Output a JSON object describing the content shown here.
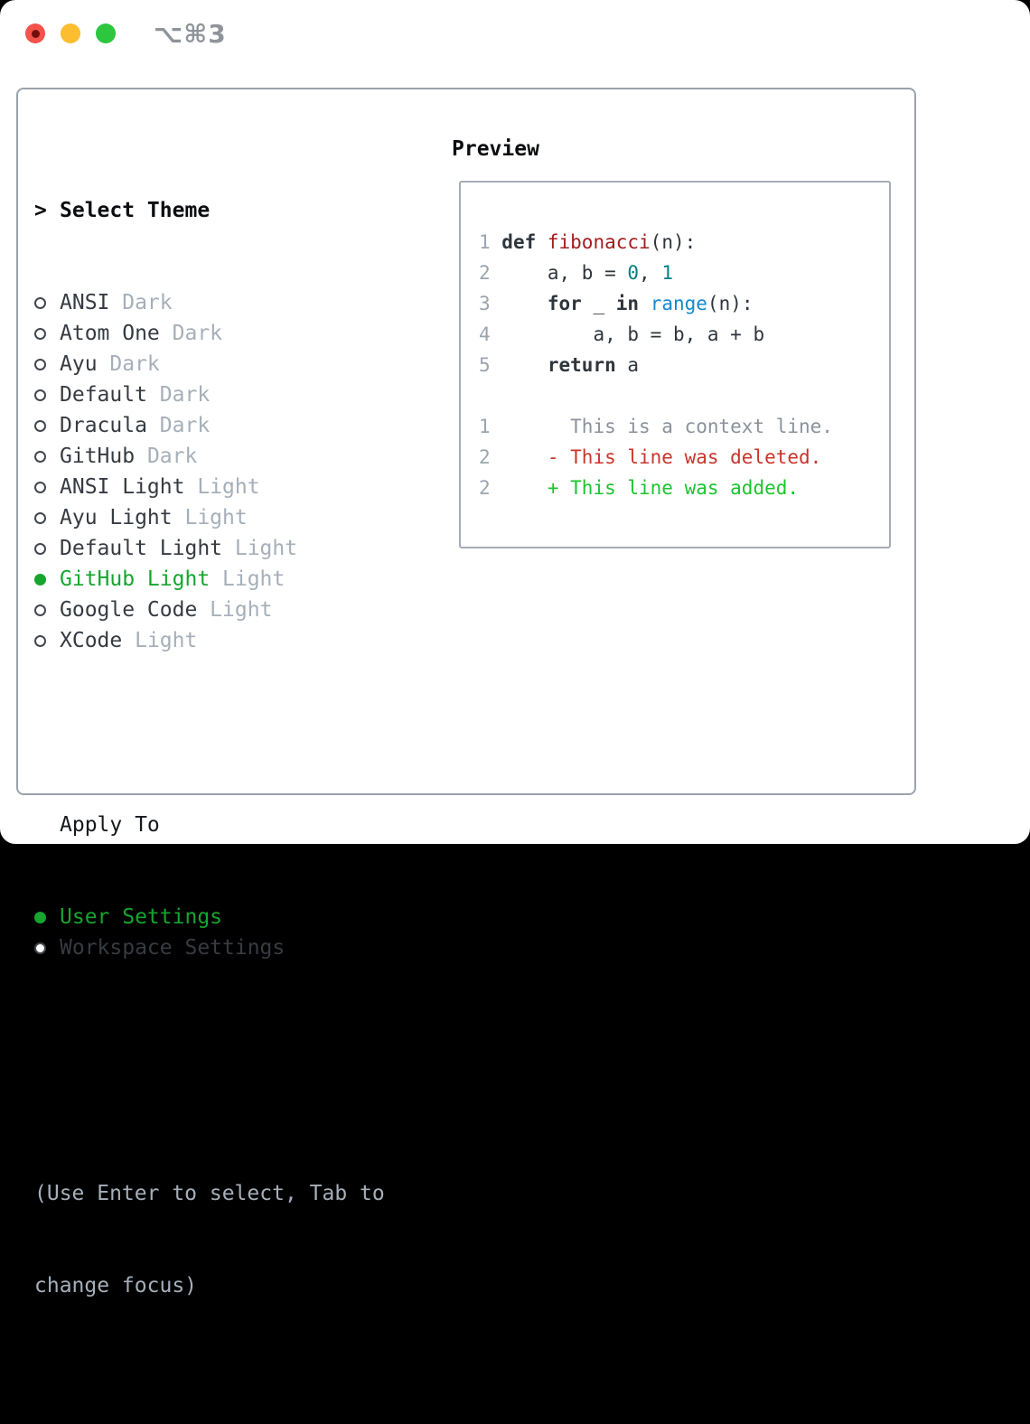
{
  "window": {
    "shortcut_label": "⌥⌘3"
  },
  "theme_panel": {
    "header_marker": ">",
    "header_label": "Select Theme",
    "items": [
      {
        "name": "ANSI",
        "variant": "Dark",
        "selected": false
      },
      {
        "name": "Atom One",
        "variant": "Dark",
        "selected": false
      },
      {
        "name": "Ayu",
        "variant": "Dark",
        "selected": false
      },
      {
        "name": "Default",
        "variant": "Dark",
        "selected": false
      },
      {
        "name": "Dracula",
        "variant": "Dark",
        "selected": false
      },
      {
        "name": "GitHub",
        "variant": "Dark",
        "selected": false
      },
      {
        "name": "ANSI Light",
        "variant": "Light",
        "selected": false
      },
      {
        "name": "Ayu Light",
        "variant": "Light",
        "selected": false
      },
      {
        "name": "Default Light",
        "variant": "Light",
        "selected": false
      },
      {
        "name": "GitHub Light",
        "variant": "Light",
        "selected": true
      },
      {
        "name": "Google Code",
        "variant": "Light",
        "selected": false
      },
      {
        "name": "XCode",
        "variant": "Light",
        "selected": false
      }
    ],
    "apply_to_label": "Apply To",
    "apply_options": [
      {
        "name": "User Settings",
        "selected": true
      },
      {
        "name": "Workspace Settings",
        "selected": false
      }
    ],
    "hint_lines": [
      "(Use Enter to select, Tab to",
      "change focus)"
    ]
  },
  "preview": {
    "title": "Preview",
    "code_lines": [
      {
        "num": "1",
        "tokens": [
          {
            "text": "def ",
            "type": "keyword"
          },
          {
            "text": "fibonacci",
            "type": "title"
          },
          {
            "text": "(n):",
            "type": "plain"
          }
        ]
      },
      {
        "num": "2",
        "tokens": [
          {
            "text": "    a, b = ",
            "type": "plain"
          },
          {
            "text": "0",
            "type": "number"
          },
          {
            "text": ", ",
            "type": "plain"
          },
          {
            "text": "1",
            "type": "number"
          }
        ]
      },
      {
        "num": "3",
        "tokens": [
          {
            "text": "    ",
            "type": "plain"
          },
          {
            "text": "for",
            "type": "keyword"
          },
          {
            "text": " _ ",
            "type": "plain"
          },
          {
            "text": "in",
            "type": "keyword"
          },
          {
            "text": " ",
            "type": "plain"
          },
          {
            "text": "range",
            "type": "builtin"
          },
          {
            "text": "(n):",
            "type": "plain"
          }
        ]
      },
      {
        "num": "4",
        "tokens": [
          {
            "text": "        a, b = b, a + b",
            "type": "plain"
          }
        ]
      },
      {
        "num": "5",
        "tokens": [
          {
            "text": "    ",
            "type": "plain"
          },
          {
            "text": "return",
            "type": "keyword"
          },
          {
            "text": " a",
            "type": "plain"
          }
        ]
      }
    ],
    "diff_lines": [
      {
        "num": "1",
        "text": "      This is a context line.",
        "type": "context"
      },
      {
        "num": "2",
        "text": "    - This line was deleted.",
        "type": "deleted"
      },
      {
        "num": "2",
        "text": "    + This line was added.",
        "type": "added"
      }
    ]
  },
  "colors": {
    "selection_green": "#16a52f",
    "diff_added_green": "#1cc42f",
    "diff_deleted_red": "#c9352b",
    "context_gray": "#8b929b",
    "keyword_dark": "#2f353c",
    "function_red": "#a31d1f",
    "number_teal": "#067f81",
    "builtin_blue": "#1489cb",
    "muted_gray": "#a6afb9",
    "gutter_gray": "#9aa4ae",
    "item_text": "#363b42",
    "traffic_red": "#f4524b",
    "traffic_red_core": "#70100e",
    "traffic_yellow": "#fcbd30",
    "traffic_green": "#2cc63f"
  }
}
